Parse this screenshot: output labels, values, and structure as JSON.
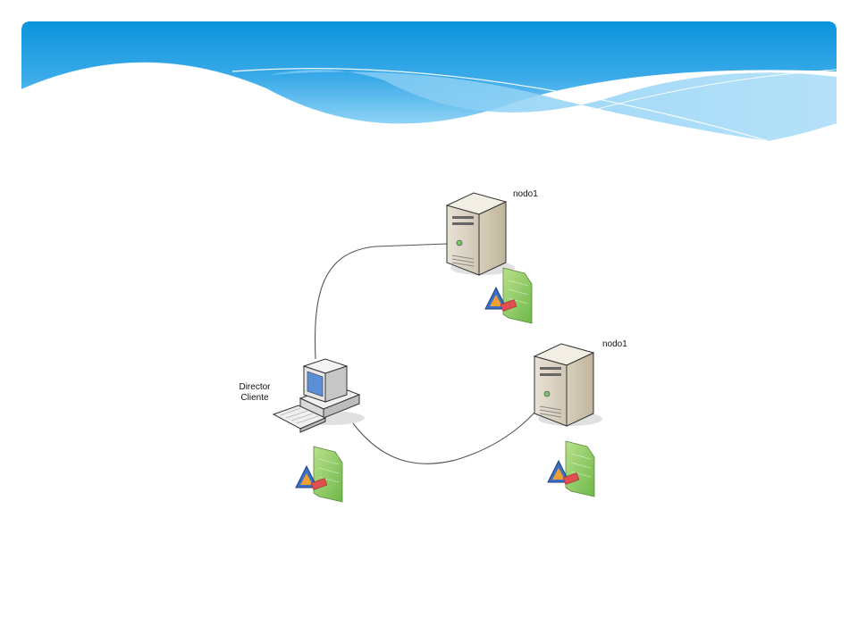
{
  "slide": {
    "theme_colors": {
      "header_top": "#0a94dc",
      "header_mid": "#5bbcf0",
      "header_light": "#9ad7f8"
    }
  },
  "diagram": {
    "nodes": [
      {
        "id": "server-top",
        "label": "nodo1",
        "icon": "server-tower-icon"
      },
      {
        "id": "server-right",
        "label": "nodo1",
        "icon": "server-tower-icon"
      },
      {
        "id": "client",
        "label_line1": "Director",
        "label_line2": "Cliente",
        "icon": "desktop-computer-icon"
      }
    ],
    "connections": [
      {
        "from": "client",
        "to": "server-top"
      },
      {
        "from": "client",
        "to": "server-right"
      }
    ],
    "document_icon": "drawing-document-icon"
  }
}
